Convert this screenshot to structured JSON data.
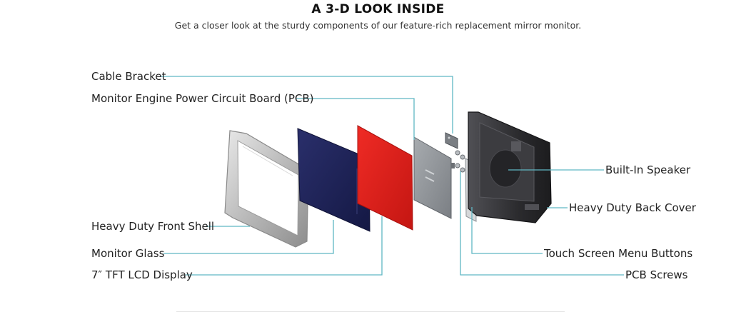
{
  "header": {
    "title": "A 3-D LOOK INSIDE",
    "subtitle": "Get a closer look at the sturdy components of our feature-rich replacement mirror monitor."
  },
  "labels": {
    "cable_bracket": "Cable Bracket",
    "pcb": "Monitor Engine Power Circuit Board (PCB)",
    "front_shell": "Heavy Duty Front Shell",
    "monitor_glass": "Monitor Glass",
    "lcd_display": "7″ TFT LCD Display",
    "speaker": "Built-In Speaker",
    "back_cover": "Heavy Duty Back Cover",
    "menu_buttons": "Touch Screen Menu Buttons",
    "pcb_screws": "PCB Screws"
  },
  "colors": {
    "leader_line": "#5fb7c4",
    "lcd_red": "#e0231f",
    "glass_navy": "#1a1f55",
    "shell_gray": "#c9c9c9",
    "back_cover_dark": "#2e2e30",
    "pcb_gray": "#8b8f93"
  }
}
